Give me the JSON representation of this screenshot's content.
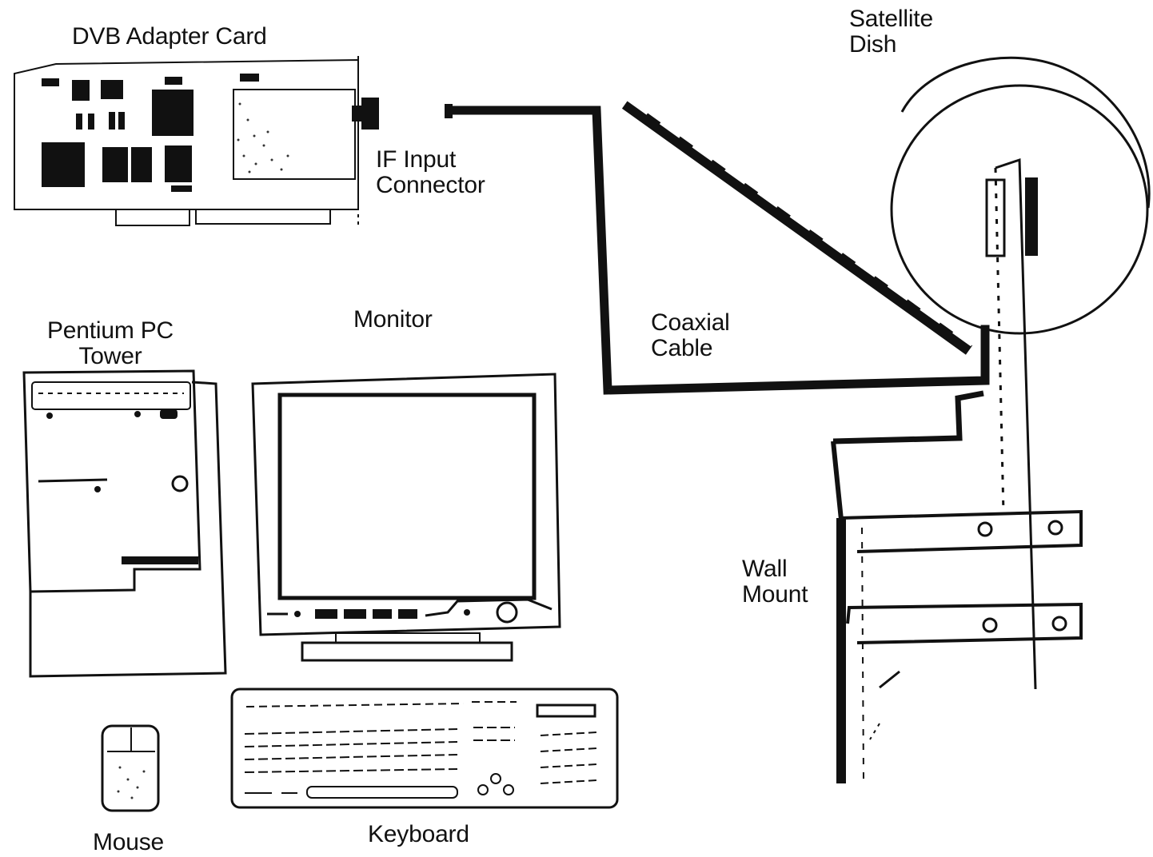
{
  "labels": {
    "dvb_adapter_card": "DVB Adapter Card",
    "if_input_connector": [
      "IF Input",
      "Connector"
    ],
    "satellite_dish": [
      "Satellite",
      "Dish"
    ],
    "coaxial_cable": [
      "Coaxial",
      "Cable"
    ],
    "pentium_pc_tower": [
      "Pentium PC",
      "Tower"
    ],
    "monitor": "Monitor",
    "wall_mount": [
      "Wall",
      "Mount"
    ],
    "mouse": "Mouse",
    "keyboard": "Keyboard"
  },
  "colors": {
    "ink": "#111111",
    "paper": "#ffffff"
  }
}
